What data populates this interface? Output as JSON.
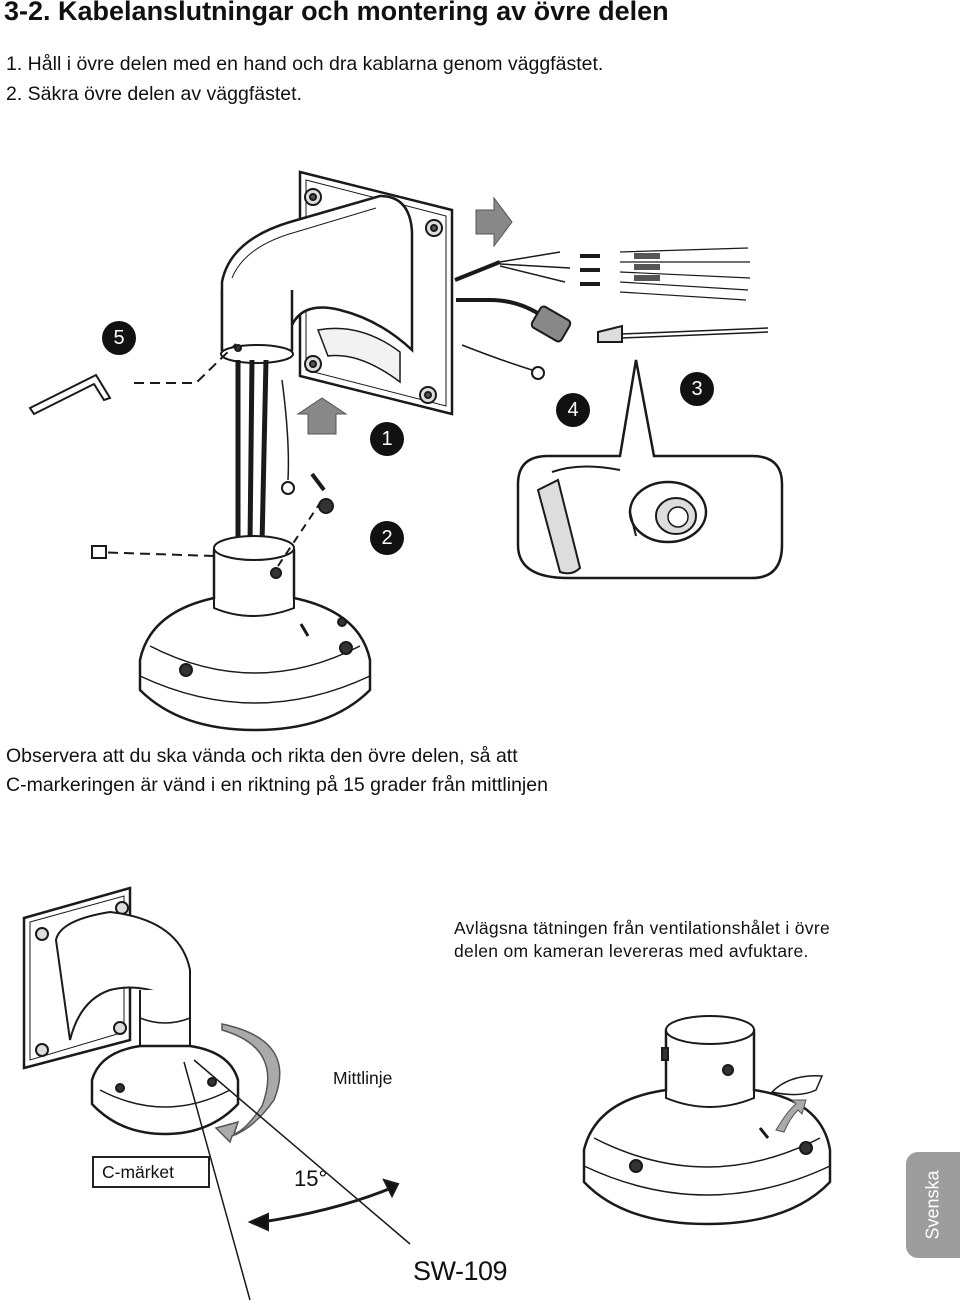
{
  "heading": "3-2. Kabelanslutningar och montering av övre delen",
  "steps": [
    "1. Håll i övre delen med en hand och dra kablarna genom väggfästet.",
    "2. Säkra övre delen av väggfästet."
  ],
  "callouts": [
    "5",
    "1",
    "4",
    "3",
    "2"
  ],
  "note_alignment": [
    "Observera att du ska vända och rikta den övre delen, så att",
    "C-markeringen är vänd i en riktning på 15 grader från mittlinjen"
  ],
  "note_desiccant": [
    "Avlägsna tätningen från ventilationshålet i övre",
    "delen om kameran levereras med avfuktare."
  ],
  "labels": {
    "center_line": "Mittlinje",
    "c_mark": "C-märket",
    "angle": "15°"
  },
  "model": "SW-109",
  "language_tab": "Svenska"
}
